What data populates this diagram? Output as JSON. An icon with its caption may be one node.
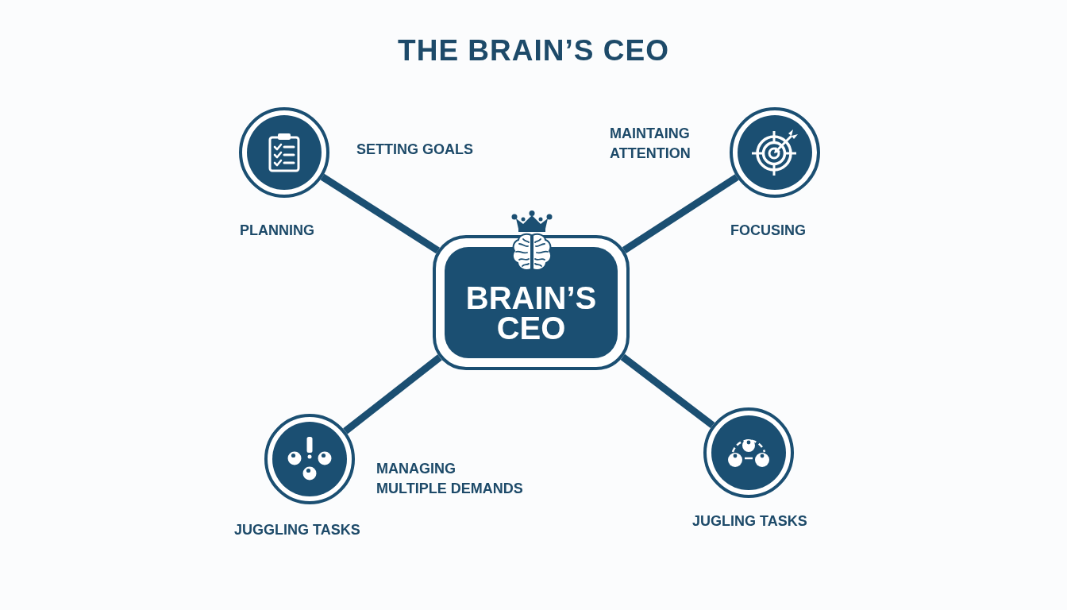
{
  "diagram": {
    "title": "THE BRAIN’S CEO",
    "nodes": [
      {
        "text": [],
        "shape": "circle",
        "beside": [
          "SETTING GOALS",
          "PLANNING"
        ]
      },
      {
        "text": [],
        "shape": "circle",
        "beside": [
          "MAINTAING ATTENTION",
          "FOCUSING"
        ]
      },
      {
        "text": [
          "BRAIN’S CEO"
        ]
      },
      {
        "text": [],
        "shape": "circle",
        "beside": [
          "MANAGING MULTIPLE DEMANDS",
          "JUGGLING TASKS"
        ]
      },
      {
        "text": [],
        "shape": "circle",
        "beside": [
          "JUGLING TASKS"
        ]
      }
    ],
    "edges": [
      {
        "from": 2,
        "to": 0,
        "arrow": "none"
      },
      {
        "from": 2,
        "to": 1,
        "arrow": "none"
      },
      {
        "from": 2,
        "to": 3,
        "arrow": "none"
      },
      {
        "from": 2,
        "to": 4,
        "arrow": "none"
      }
    ]
  }
}
